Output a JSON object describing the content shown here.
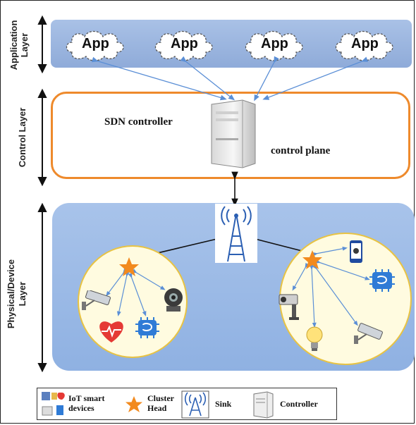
{
  "layers": {
    "application": "Application Layer",
    "application_line1": "Application",
    "application_line2": "Layer",
    "control": "Control Layer",
    "physical_line1": "Physical/Device",
    "physical_line2": "Layer"
  },
  "apps": [
    "App",
    "App",
    "App",
    "App"
  ],
  "controller": {
    "label": "SDN controller",
    "plane": "control plane"
  },
  "legend": {
    "iot_line1": "IoT smart",
    "iot_line2": "devices",
    "cluster_line1": "Cluster",
    "cluster_line2": "Head",
    "sink": "Sink",
    "controller": "Controller"
  },
  "colors": {
    "app_layer": "#a9c1e6",
    "control_border": "#ee8a2c",
    "device_layer": "#a8c3ea",
    "cluster_fill": "#fffbe0",
    "cluster_head": "#f28a1e",
    "link_blue": "#5b8fd6"
  },
  "icons": [
    "cloud-icon",
    "server-icon",
    "antenna-tower-icon",
    "star-icon",
    "cctv-camera-icon",
    "heart-rate-icon",
    "chip-icon",
    "webcam-icon",
    "smartphone-icon",
    "light-bulb-icon"
  ]
}
